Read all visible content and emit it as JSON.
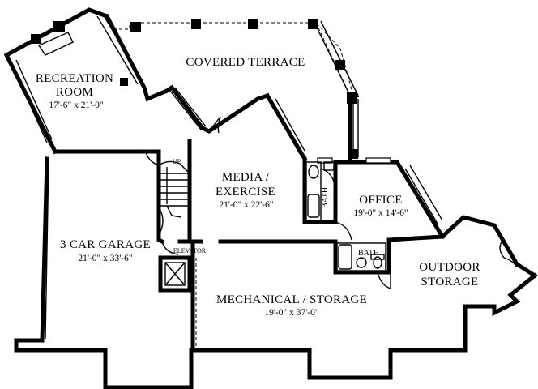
{
  "plan": {
    "rooms": {
      "recreation": {
        "name_line1": "RECREATION",
        "name_line2": "ROOM",
        "size": "17'-6\" x 21'-0\""
      },
      "terrace": {
        "name": "COVERED TERRACE"
      },
      "media": {
        "name_line1": "MEDIA /",
        "name_line2": "EXERCISE",
        "size": "21'-0\" x 22'-6\""
      },
      "office": {
        "name": "OFFICE",
        "size": "19'-0\" x 14'-6\""
      },
      "garage": {
        "name": "3 CAR GARAGE",
        "size": "21'-0\" x 33'-6\""
      },
      "mechanical": {
        "name": "MECHANICAL / STORAGE",
        "size": "19'-0\" x 37'-0\""
      },
      "outdoor_storage": {
        "name_line1": "OUTDOOR",
        "name_line2": "STORAGE"
      }
    },
    "labels": {
      "bath_upper": "BATH",
      "bath_lower": "BATH",
      "stair_up": "UP",
      "elevator": "ELEVATOR"
    }
  }
}
